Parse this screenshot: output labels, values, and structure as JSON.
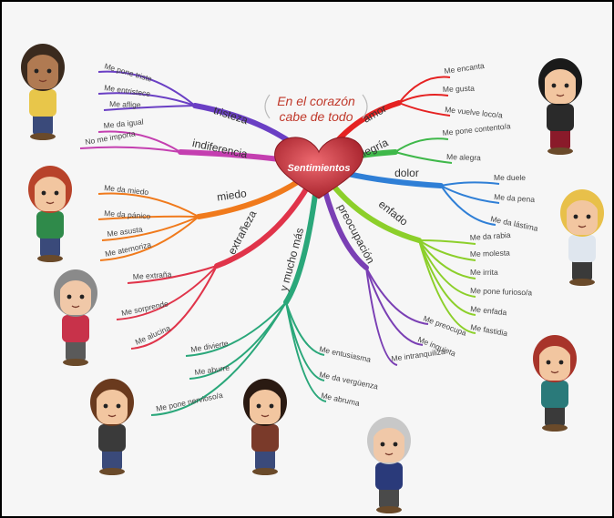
{
  "title": {
    "line1": "En el corazón",
    "line2": "cabe de todo"
  },
  "center_label": "Sentimientos",
  "colors": {
    "tristeza": "#6a3fc4",
    "indiferencia": "#c43fb0",
    "miedo": "#f07a1c",
    "extraneza": "#e0344a",
    "y_mucho_mas": "#2aa77a",
    "preocupacion": "#7a3fb4",
    "enfado": "#8ccf2a",
    "dolor": "#2f7fd6",
    "alegria": "#3fb84a",
    "amor": "#e52222",
    "heart": "#c8323c"
  },
  "branches": {
    "tristeza": {
      "label": "tristeza",
      "leaves": [
        "Me pone triste",
        "Me entristece",
        "Me aflige"
      ]
    },
    "indiferencia": {
      "label": "indiferencia",
      "leaves": [
        "Me da igual",
        "No me importa"
      ]
    },
    "miedo": {
      "label": "miedo",
      "leaves": [
        "Me da miedo",
        "Me da pánico",
        "Me asusta",
        "Me atemoriza"
      ]
    },
    "extraneza": {
      "label": "extrañeza",
      "leaves": [
        "Me extraña",
        "Me sorprende",
        "Me alucina"
      ]
    },
    "y_mucho_mas": {
      "label": "y mucho más",
      "leaves": [
        "Me divierte",
        "Me aburre",
        "Me pone nervioso/a",
        "Me entusiasma",
        "Me da vergüenza",
        "Me abruma"
      ]
    },
    "preocupacion": {
      "label": "preocupación",
      "leaves": [
        "Me preocupa",
        "Me inquieta",
        "Me intranquiliza"
      ]
    },
    "enfado": {
      "label": "enfado",
      "leaves": [
        "Me da rabia",
        "Me molesta",
        "Me irrita",
        "Me pone furioso/a",
        "Me enfada",
        "Me fastidia"
      ]
    },
    "dolor": {
      "label": "dolor",
      "leaves": [
        "Me duele",
        "Me da pena",
        "Me da lástima"
      ]
    },
    "alegria": {
      "label": "alegría",
      "leaves": [
        "Me pone contento/a",
        "Me alegra"
      ]
    },
    "amor": {
      "label": "amor",
      "leaves": [
        "Me encanta",
        "Me gusta",
        "Me vuelve loco/a"
      ]
    }
  },
  "avatars": [
    {
      "name": "avatar-curly-dark-hair",
      "hair": "#3a2a1e",
      "skin": "#b07a52",
      "top": "#e8c64a",
      "pants": "#3a4a7a"
    },
    {
      "name": "avatar-red-hair-boy",
      "hair": "#b8432a",
      "skin": "#f2c6a0",
      "top": "#2f8a4a",
      "pants": "#3a4a7a"
    },
    {
      "name": "avatar-grandmother",
      "hair": "#8a8a8a",
      "skin": "#f0c8a8",
      "top": "#c8324a",
      "pants": "#5a5a5a"
    },
    {
      "name": "avatar-man-glasses",
      "hair": "#6a3a1e",
      "skin": "#f2c6a0",
      "top": "#3a3a3a",
      "pants": "#3a4a7a"
    },
    {
      "name": "avatar-girl-bangs",
      "hair": "#2a1a12",
      "skin": "#f2c6a0",
      "top": "#7a3a2a",
      "pants": "#3a4a7a"
    },
    {
      "name": "avatar-grandfather",
      "hair": "#c8c8c8",
      "skin": "#f0c8a8",
      "top": "#2a3a7a",
      "pants": "#4a4a4a"
    },
    {
      "name": "avatar-long-red-hair-woman",
      "hair": "#a8342a",
      "skin": "#f2c6a0",
      "top": "#2a7a7a",
      "pants": "#3a3a3a"
    },
    {
      "name": "avatar-blond-man",
      "hair": "#e8c04a",
      "skin": "#f2c6a0",
      "top": "#dfe6ee",
      "pants": "#3a3a3a"
    },
    {
      "name": "avatar-bun-hair-woman",
      "hair": "#1a1a1a",
      "skin": "#f2c6a0",
      "top": "#2a2a2a",
      "pants": "#8a1a2a"
    }
  ]
}
